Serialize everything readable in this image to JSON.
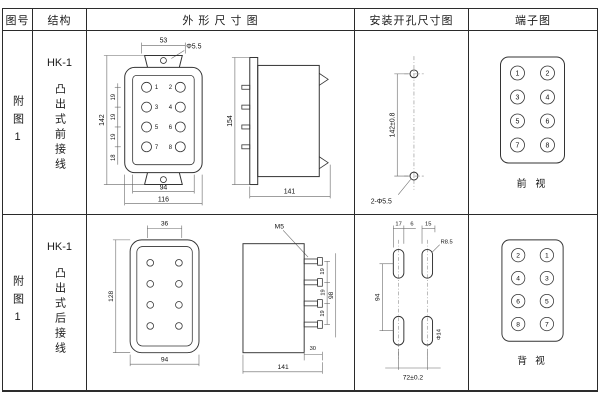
{
  "header": {
    "figure_no": "图号",
    "structure": "结构",
    "outline": "外 形 尺 寸 图",
    "installation": "安装开孔尺寸图",
    "terminal": "端子图"
  },
  "rows": [
    {
      "figure_no": "附图1",
      "model": "HK-1",
      "structure": "凸出式前接线",
      "outline": {
        "dim_top": "53",
        "dim_hole": "Φ5.5",
        "dim_height": "142",
        "pitch": [
          "19",
          "19",
          "19",
          "18"
        ],
        "dim_inner_width": "94",
        "dim_outer_width": "116",
        "terminals": [
          "1",
          "2",
          "3",
          "4",
          "5",
          "6",
          "7",
          "8"
        ],
        "dim_side_height": "154",
        "dim_side_depth": "141"
      },
      "installation": {
        "dim_height": "142±0.8",
        "holes": "2-Φ5.5"
      },
      "terminal": {
        "numbers": [
          "1",
          "2",
          "3",
          "4",
          "5",
          "6",
          "7",
          "8"
        ],
        "view": "前 视"
      }
    },
    {
      "figure_no": "附图1",
      "model": "HK-1",
      "structure": "凸出式后接线",
      "outline": {
        "dim_top": "36",
        "dim_height": "128",
        "dim_width": "94",
        "screw": "M5",
        "dim_stud_span": "98",
        "pitch": [
          "19",
          "19",
          "19"
        ],
        "dim_stud_depth": "30",
        "dim_side_depth": "141"
      },
      "installation": {
        "dim_slot_w": "17",
        "dim_gap": "6",
        "dim_15": "15",
        "dim_v_span": "94",
        "radius": "R8.5",
        "slot": "Φ14",
        "dim_h_span": "72±0.2"
      },
      "terminal": {
        "numbers": [
          "2",
          "1",
          "4",
          "3",
          "6",
          "5",
          "8",
          "7"
        ],
        "view": "背 视"
      }
    }
  ]
}
